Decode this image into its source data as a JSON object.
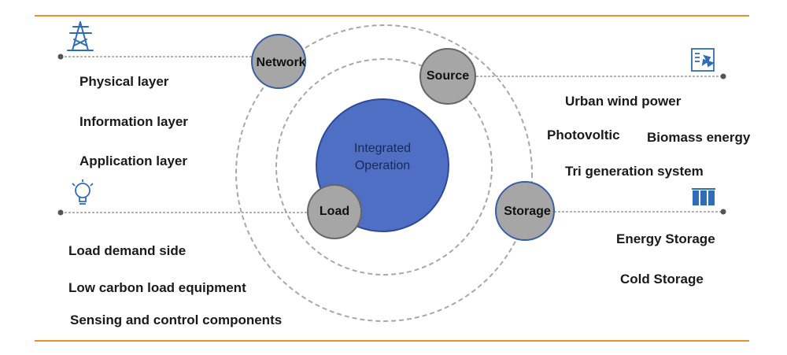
{
  "center": {
    "line1": "Integrated",
    "line2": "Operation"
  },
  "nodes": {
    "network": "Network",
    "source": "Source",
    "load": "Load",
    "storage": "Storage"
  },
  "network_items": [
    "Physical layer",
    "Information layer",
    "Application layer"
  ],
  "source_items": {
    "urban_wind": "Urban wind power",
    "photovoltic": "Photovoltic",
    "biomass": "Biomass energy",
    "tri_generation": "Tri generation system"
  },
  "load_items": [
    "Load demand side",
    "Low carbon load equipment",
    "Sensing and control components"
  ],
  "storage_items": [
    "Energy Storage",
    "Cold Storage"
  ],
  "icons": {
    "network": "transmission-tower-icon",
    "source": "wind-turbine-building-icon",
    "load": "light-bulb-icon",
    "storage": "battery-storage-icon"
  },
  "colors": {
    "accent_line": "#E8912E",
    "icon_blue": "#2F6DB5",
    "center_fill": "#4F6FC4",
    "node_fill": "#A6A6A6",
    "ring": "#A8A8A8"
  }
}
